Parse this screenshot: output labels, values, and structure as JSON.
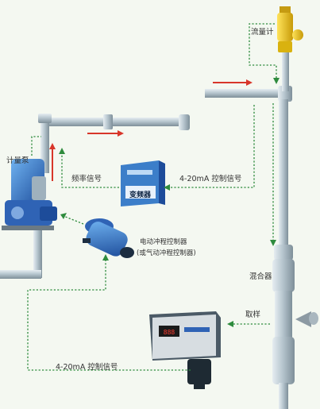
{
  "labels": {
    "flowmeter": "流量计",
    "metering_pump": "计量泵",
    "frequency_signal": "频率信号",
    "inverter": "变频器",
    "control_signal_right": "4-20mA 控制信号",
    "pulse_controller": "电动冲程控制器",
    "pulse_controller_alt": "(或气动冲程控制器)",
    "mixer": "混合器",
    "sampling": "取样",
    "control_signal_bottom": "4-20mA 控制信号"
  },
  "colors": {
    "background": "#f4f8f1",
    "pipe": "#b7c6cf",
    "signal_line": "#2e8b3d",
    "flow_arrow": "#d8362a",
    "pump_blue": "#2f63b5",
    "inverter_blue": "#4a90d9",
    "flowmeter_yellow": "#e6c21a"
  },
  "icons": [
    "flowmeter-icon",
    "metering-pump-icon",
    "inverter-icon",
    "pulse-controller-icon",
    "mixer-icon",
    "analyzer-icon"
  ]
}
